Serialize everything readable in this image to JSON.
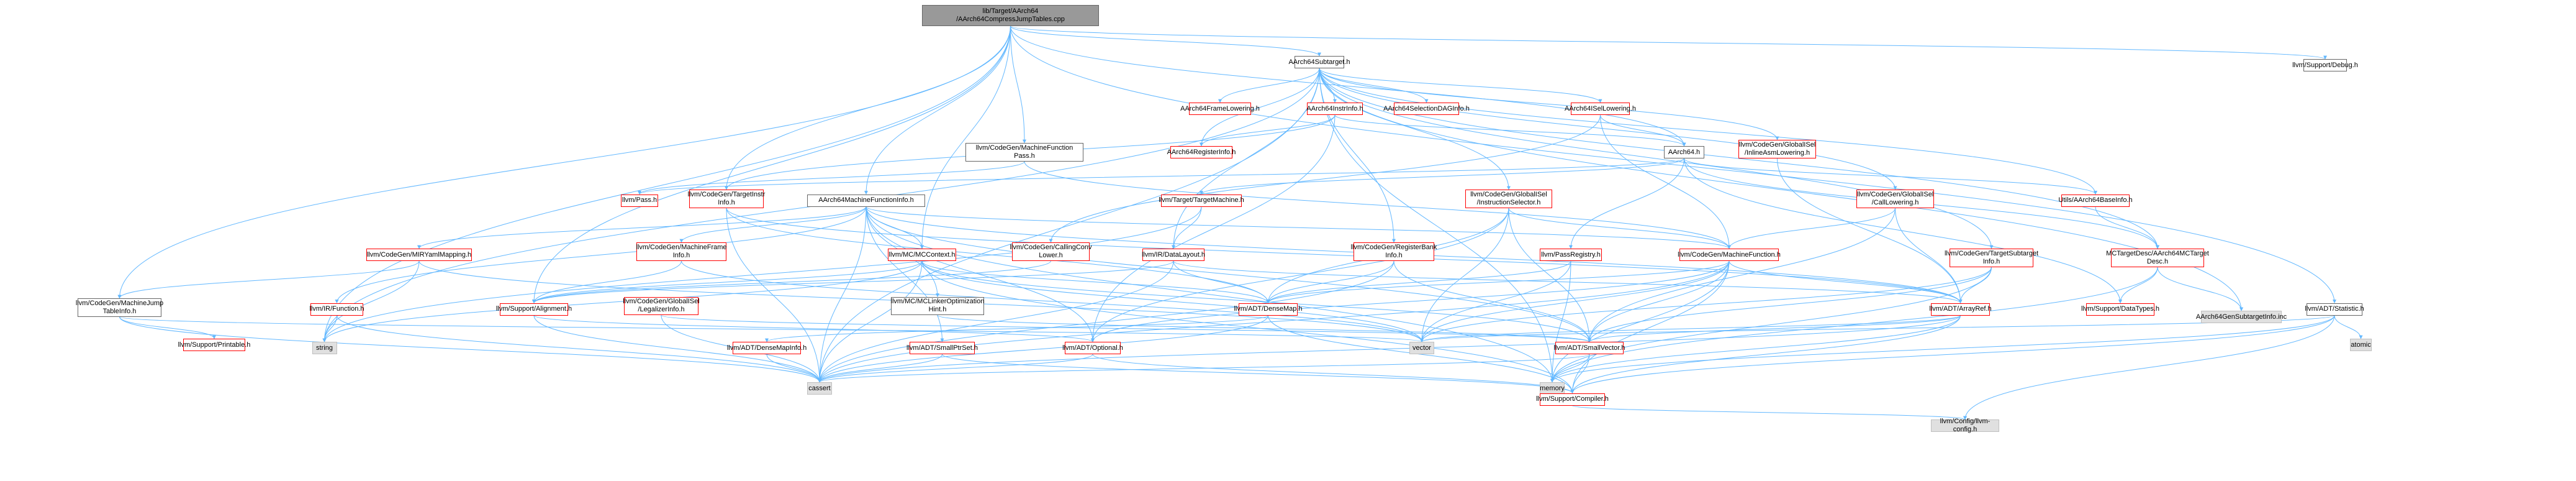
{
  "colors": {
    "edge": "#63b8ff",
    "edge_gray": "#9e9e9e",
    "node_border": "#666666",
    "incomplete_border": "#ff0000",
    "root_fill": "#999999",
    "system_fill": "#e0e0e0"
  },
  "nodes": {
    "root": "lib/Target/AArch64\n/AArch64CompressJumpTables.cpp",
    "subtarget": "AArch64Subtarget.h",
    "debug": "llvm/Support/Debug.h",
    "frame_lowering": "AArch64FrameLowering.h",
    "instr_info": "AArch64InstrInfo.h",
    "selection_dag_info": "AArch64SelectionDAGInfo.h",
    "isel_lowering": "AArch64ISelLowering.h",
    "mf_pass": "llvm/CodeGen/MachineFunction\nPass.h",
    "register_info": "AArch64RegisterInfo.h",
    "aarch64_h": "AArch64.h",
    "inline_asm": "llvm/CodeGen/GlobalISel\n/InlineAsmLowering.h",
    "pass_h": "llvm/Pass.h",
    "target_instr_info": "llvm/CodeGen/TargetInstr\nInfo.h",
    "mfi": "AArch64MachineFunctionInfo.h",
    "target_machine": "llvm/Target/TargetMachine.h",
    "instruction_selector": "llvm/CodeGen/GlobalISel\n/InstructionSelector.h",
    "call_lowering": "llvm/CodeGen/GlobalISel\n/CallLowering.h",
    "base_info": "Utils/AArch64BaseInfo.h",
    "mir_yaml": "llvm/CodeGen/MIRYamlMapping.h",
    "mf_frame_info": "llvm/CodeGen/MachineFrame\nInfo.h",
    "mc_context": "llvm/MC/MCContext.h",
    "calling_conv": "llvm/CodeGen/CallingConv\nLower.h",
    "data_layout": "llvm/IR/DataLayout.h",
    "register_bank": "llvm/CodeGen/RegisterBank\nInfo.h",
    "pass_registry": "llvm/PassRegistry.h",
    "machine_function": "llvm/CodeGen/MachineFunction.h",
    "subtarget_info": "llvm/CodeGen/TargetSubtarget\nInfo.h",
    "mc_target_desc": "MCTargetDesc/AArch64MCTarget\nDesc.h",
    "jump_table_info": "llvm/CodeGen/MachineJump\nTableInfo.h",
    "ir_function": "llvm/IR/Function.h",
    "alignment": "llvm/Support/Alignment.h",
    "legalize_info": "llvm/CodeGen/GlobalISel\n/LegalizerInfo.h",
    "linker_opt": "llvm/MC/MCLinkerOptimization\nHint.h",
    "dense_map": "llvm/ADT/DenseMap.h",
    "array_ref": "llvm/ADT/ArrayRef.h",
    "data_types": "llvm/Support/DataTypes.h",
    "subtarget_inc": "AArch64GenSubtargetInfo.inc",
    "statistic": "llvm/ADT/Statistic.h",
    "printable": "llvm/Support/Printable.h",
    "string": "string",
    "dense_map_info": "llvm/ADT/DenseMapInfo.h",
    "small_ptr_set": "llvm/ADT/SmallPtrSet.h",
    "optional": "llvm/ADT/Optional.h",
    "vector": "vector",
    "small_vector": "llvm/ADT/SmallVector.h",
    "atomic": "atomic",
    "cassert": "cassert",
    "memory": "memory",
    "compiler": "llvm/Support/Compiler.h",
    "config": "llvm/Config/llvm-config.h"
  }
}
